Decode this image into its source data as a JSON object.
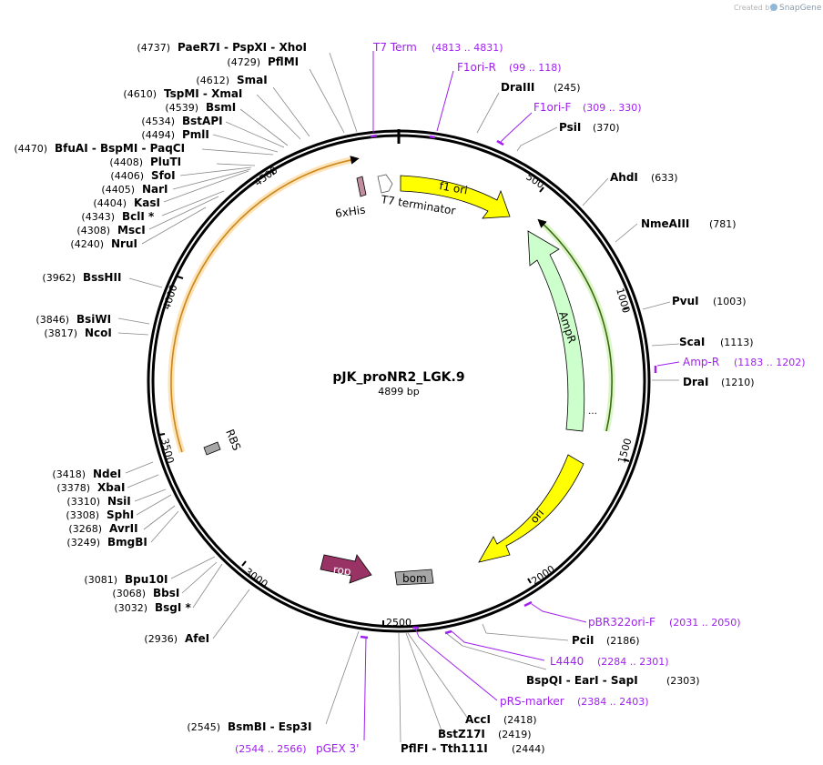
{
  "header": {
    "created_by": "Created by",
    "brand": "SnapGene"
  },
  "plasmid": {
    "name": "pJK_proNR2_LGK.9",
    "length_label": "4899 bp"
  },
  "tick_labels": [
    "500",
    "1000",
    "1500",
    "2000",
    "2500",
    "3000",
    "3500",
    "4000",
    "4500"
  ],
  "features": [
    {
      "name": "f1 ori"
    },
    {
      "name": "AmpR"
    },
    {
      "name": "ori"
    },
    {
      "name": "rop"
    },
    {
      "name": "bom"
    },
    {
      "name": "RBS"
    },
    {
      "name": "6xHis"
    },
    {
      "name": "T7 terminator"
    }
  ],
  "enzymes": [
    {
      "id": "paer7i",
      "label": "PaeR7I - PspXI - XhoI",
      "pos": "(4737)"
    },
    {
      "id": "pflmi",
      "label": "PflMI",
      "pos": "(4729)"
    },
    {
      "id": "smai",
      "label": "SmaI",
      "pos": "(4612)"
    },
    {
      "id": "tspmi",
      "label": "TspMI - XmaI",
      "pos": "(4610)"
    },
    {
      "id": "bsmi",
      "label": "BsmI",
      "pos": "(4539)"
    },
    {
      "id": "bstapi",
      "label": "BstAPI",
      "pos": "(4534)"
    },
    {
      "id": "pmli",
      "label": "PmlI",
      "pos": "(4494)"
    },
    {
      "id": "bfuai",
      "label": "BfuAI - BspMI - PaqCI",
      "pos": "(4470)"
    },
    {
      "id": "pluti",
      "label": "PluTI",
      "pos": "(4408)"
    },
    {
      "id": "sfoi",
      "label": "SfoI",
      "pos": "(4406)"
    },
    {
      "id": "nari",
      "label": "NarI",
      "pos": "(4405)"
    },
    {
      "id": "kasi",
      "label": "KasI",
      "pos": "(4404)"
    },
    {
      "id": "bcli",
      "label": "BclI *",
      "pos": "(4343)"
    },
    {
      "id": "msci",
      "label": "MscI",
      "pos": "(4308)"
    },
    {
      "id": "nrui",
      "label": "NruI",
      "pos": "(4240)"
    },
    {
      "id": "bsshii",
      "label": "BssHII",
      "pos": "(3962)"
    },
    {
      "id": "bsiwi",
      "label": "BsiWI",
      "pos": "(3846)"
    },
    {
      "id": "ncoi",
      "label": "NcoI",
      "pos": "(3817)"
    },
    {
      "id": "ndei",
      "label": "NdeI",
      "pos": "(3418)"
    },
    {
      "id": "xbai",
      "label": "XbaI",
      "pos": "(3378)"
    },
    {
      "id": "nsii",
      "label": "NsiI",
      "pos": "(3310)"
    },
    {
      "id": "sphi",
      "label": "SphI",
      "pos": "(3308)"
    },
    {
      "id": "avrii",
      "label": "AvrII",
      "pos": "(3268)"
    },
    {
      "id": "bmgbi",
      "label": "BmgBI",
      "pos": "(3249)"
    },
    {
      "id": "bpu10i",
      "label": "Bpu10I",
      "pos": "(3081)"
    },
    {
      "id": "bbsi",
      "label": "BbsI",
      "pos": "(3068)"
    },
    {
      "id": "bsgi",
      "label": "BsgI *",
      "pos": "(3032)"
    },
    {
      "id": "afei",
      "label": "AfeI",
      "pos": "(2936)"
    },
    {
      "id": "bsmbi",
      "label": "BsmBI - Esp3I",
      "pos": "(2545)"
    },
    {
      "id": "pflfi",
      "label": "PflFI - Tth111I",
      "pos": "(2444)"
    },
    {
      "id": "bstz17i",
      "label": "BstZ17I",
      "pos": "(2419)"
    },
    {
      "id": "acci",
      "label": "AccI",
      "pos": "(2418)"
    },
    {
      "id": "bspqi",
      "label": "BspQI - EarI - SapI",
      "pos": "(2303)"
    },
    {
      "id": "pcii",
      "label": "PciI",
      "pos": "(2186)"
    },
    {
      "id": "drai",
      "label": "DraI",
      "pos": "(1210)"
    },
    {
      "id": "scai",
      "label": "ScaI",
      "pos": "(1113)"
    },
    {
      "id": "pvui",
      "label": "PvuI",
      "pos": "(1003)"
    },
    {
      "id": "nmeaiii",
      "label": "NmeAIII",
      "pos": "(781)"
    },
    {
      "id": "ahdi",
      "label": "AhdI",
      "pos": "(633)"
    },
    {
      "id": "psii",
      "label": "PsiI",
      "pos": "(370)"
    },
    {
      "id": "draiii",
      "label": "DraIII",
      "pos": "(245)"
    }
  ],
  "primers": [
    {
      "id": "t7term",
      "label": "T7 Term",
      "pos": "(4813 .. 4831)"
    },
    {
      "id": "f1orir",
      "label": "F1ori-R",
      "pos": "(99 .. 118)"
    },
    {
      "id": "f1orif",
      "label": "F1ori-F",
      "pos": "(309 .. 330)"
    },
    {
      "id": "ampr",
      "label": "Amp-R",
      "pos": "(1183 .. 1202)"
    },
    {
      "id": "pbr322",
      "label": "pBR322ori-F",
      "pos": "(2031 .. 2050)"
    },
    {
      "id": "l4440",
      "label": "L4440",
      "pos": "(2284 .. 2301)"
    },
    {
      "id": "prs",
      "label": "pRS-marker",
      "pos": "(2384 .. 2403)"
    },
    {
      "id": "pgex",
      "label": "pGEX 3'",
      "pos": "(2544 .. 2566)"
    }
  ],
  "colors": {
    "f1_ori": "#ffff00",
    "ori": "#ffff00",
    "ampr": "#ccffcc",
    "rop": "#993366",
    "bom": "#a6a6a6",
    "rbs": "#a6a6a6",
    "his": "#c08e9e",
    "orf_orange": "#f5a623",
    "orf_green": "#6a9e2a",
    "primer": "#a020f0"
  }
}
